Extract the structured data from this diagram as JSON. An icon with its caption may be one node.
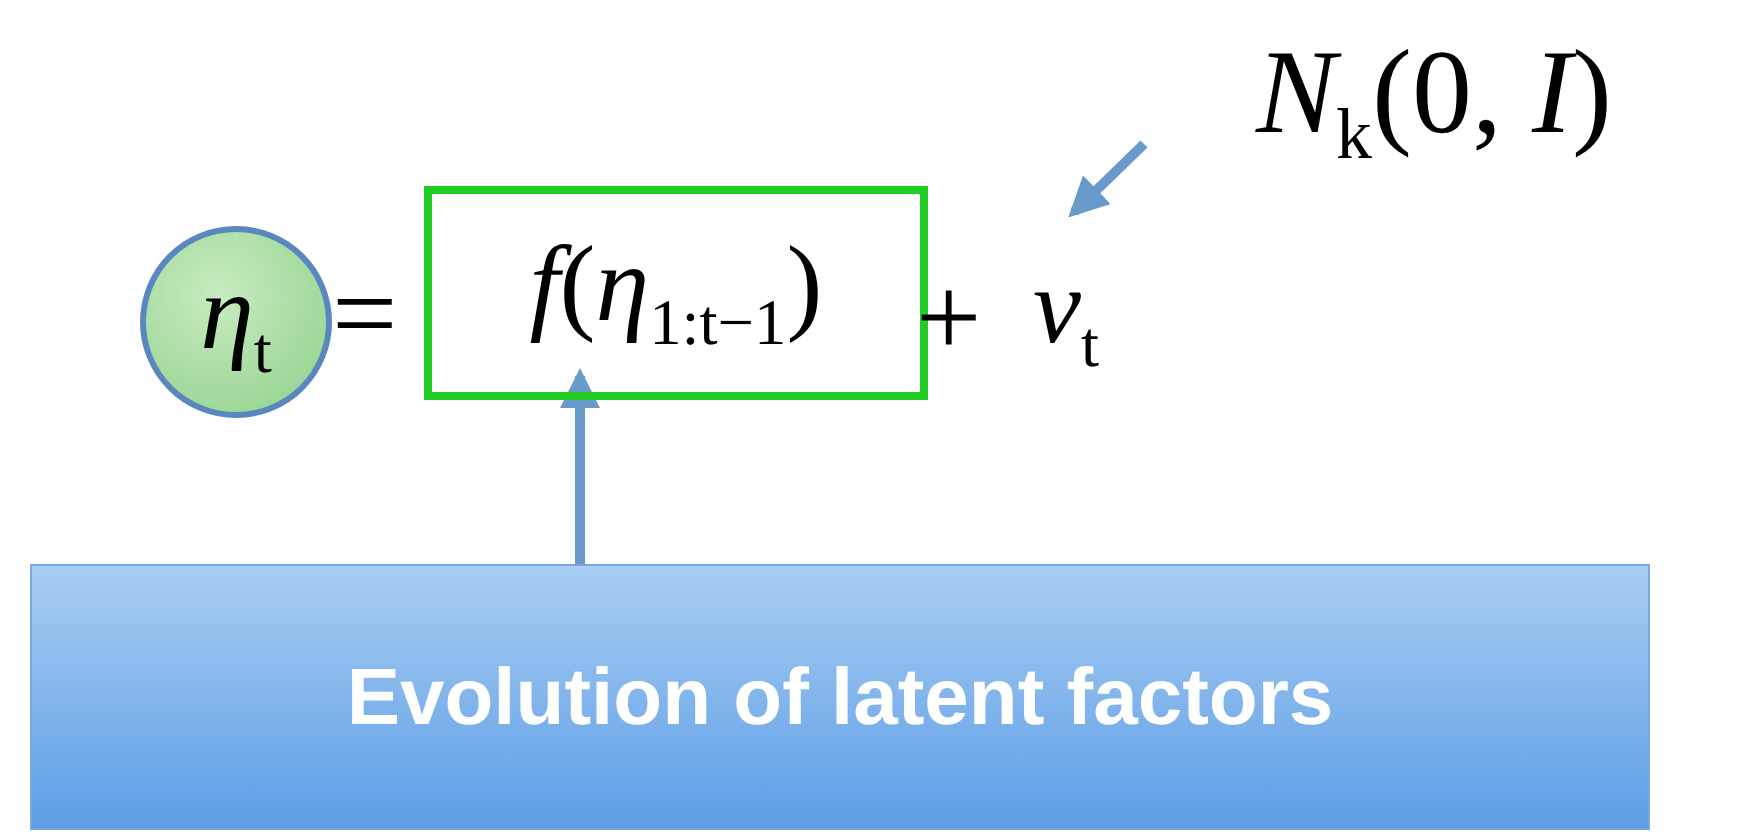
{
  "diagram": {
    "nodes": [
      {
        "text": [
          "*η*$_{t}$"
        ]
      },
      {
        "text": [
          "*f*(*η*$_{1:t−1}$)"
        ]
      },
      {
        "text": [
          "*N*$_{k}$(0, *I*)"
        ]
      },
      {
        "text": [
          "*ν*$_{t}$"
        ]
      },
      {
        "text": [
          "Evolution of latent factors"
        ]
      }
    ],
    "edges": [
      {
        "from": 2,
        "to": 3,
        "arrow": "to"
      },
      {
        "from": 4,
        "to": 1,
        "arrow": "to"
      }
    ],
    "labels": [
      "=",
      "+"
    ]
  }
}
